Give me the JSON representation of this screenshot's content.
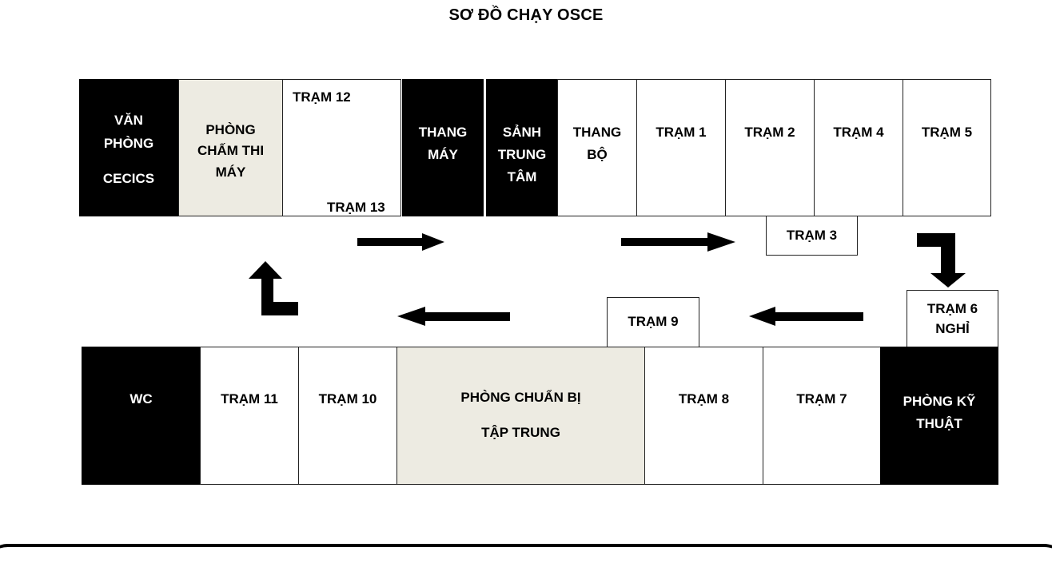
{
  "title": "SƠ ĐỒ CHẠY OSCE",
  "top_row": {
    "van_phong": {
      "line1": "VĂN",
      "line2": "PHÒNG",
      "line3": "CECICS"
    },
    "phong_cham_thi": {
      "line1": "PHÒNG",
      "line2": "CHẤM THI",
      "line3": "MÁY"
    },
    "tram_12": "TRẠM 12",
    "tram_13": "TRẠM 13",
    "thang_may": {
      "line1": "THANG",
      "line2": "MÁY"
    },
    "sanh": {
      "line1": "SẢNH",
      "line2": "TRUNG",
      "line3": "TÂM"
    },
    "thang_bo": {
      "line1": "THANG",
      "line2": "BỘ"
    },
    "tram_1": "TRẠM 1",
    "tram_2": "TRẠM 2",
    "tram_4": "TRẠM 4",
    "tram_5": "TRẠM 5"
  },
  "middle": {
    "tram_3": "TRẠM 3",
    "tram_6": {
      "line1": "TRẠM 6",
      "line2": "NGHỈ"
    },
    "tram_9": "TRẠM 9"
  },
  "bottom_row": {
    "wc": "WC",
    "tram_11": "TRẠM 11",
    "tram_10": "TRẠM 10",
    "phong_chuan_bi": {
      "line1": "PHÒNG CHUẨN BỊ",
      "line2": "TẬP TRUNG"
    },
    "tram_8": "TRẠM 8",
    "tram_7": "TRẠM 7",
    "phong_ky_thuat": {
      "line1": "PHÒNG KỸ",
      "line2": "THUẬT"
    }
  },
  "colors": {
    "dark": "#000000",
    "beige": "#edebe2",
    "light": "#ffffff"
  },
  "arrows": [
    {
      "name": "arrow-right-1",
      "direction": "right"
    },
    {
      "name": "arrow-right-2",
      "direction": "right"
    },
    {
      "name": "arrow-down-turn",
      "direction": "down"
    },
    {
      "name": "arrow-left-1",
      "direction": "left"
    },
    {
      "name": "arrow-left-2",
      "direction": "left"
    },
    {
      "name": "arrow-up-turn",
      "direction": "up"
    }
  ]
}
